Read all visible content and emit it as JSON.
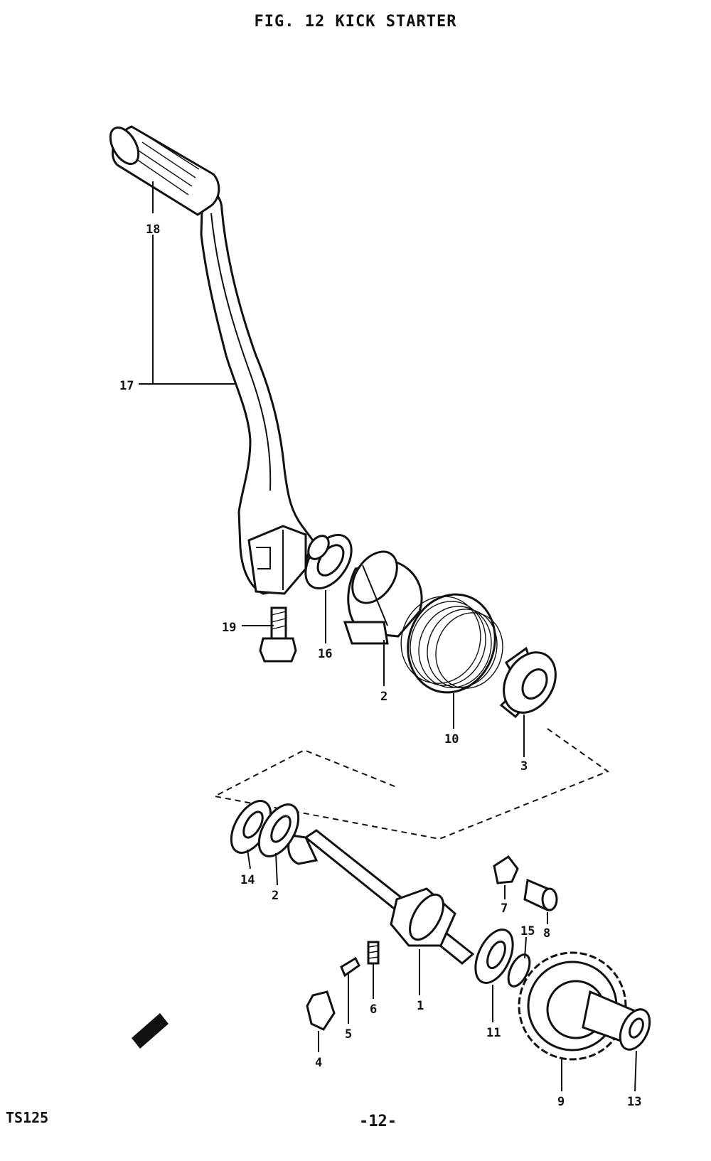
{
  "figure": {
    "title": "FIG. 12 KICK STARTER",
    "model": "TS125",
    "page_number": "-12-"
  },
  "callouts": {
    "c1": "1",
    "c2a": "2",
    "c2b": "2",
    "c3": "3",
    "c4": "4",
    "c5": "5",
    "c6": "6",
    "c7": "7",
    "c8": "8",
    "c9": "9",
    "c10": "10",
    "c11": "11",
    "c13": "13",
    "c14": "14",
    "c15": "15",
    "c16": "16",
    "c17": "17",
    "c18": "18",
    "c19": "19"
  }
}
